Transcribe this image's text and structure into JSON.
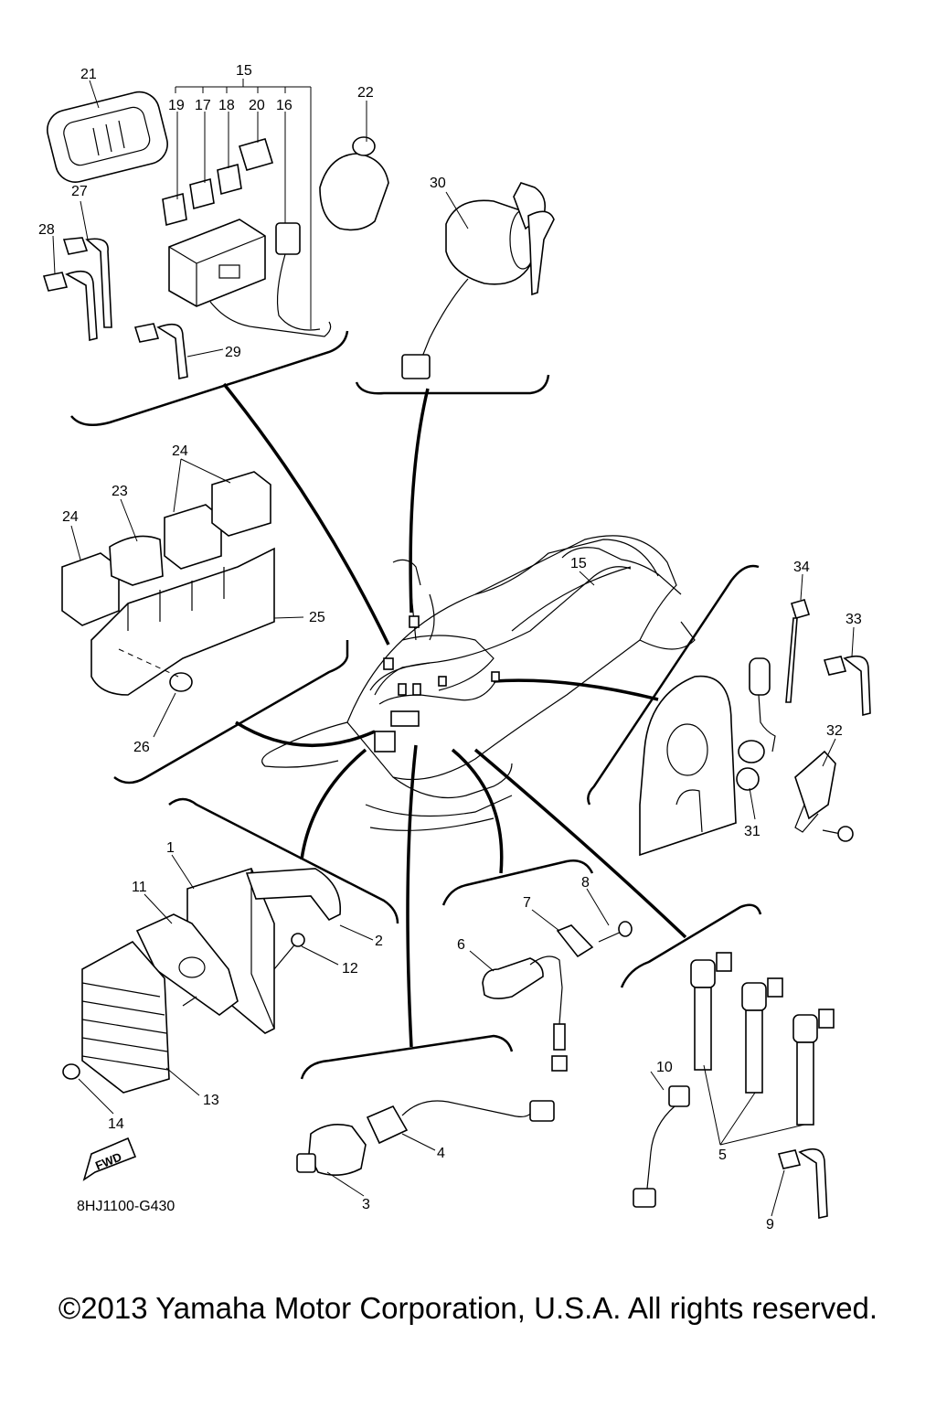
{
  "diagram": {
    "drawing_code": "8HJ1100-G430",
    "copyright": "©2013 Yamaha Motor Corporation, U.S.A. All rights reserved.",
    "fwd_label": "FWD",
    "callouts": {
      "p1": "1",
      "p2": "2",
      "p3": "3",
      "p4": "4",
      "p5": "5",
      "p6": "6",
      "p7": "7",
      "p8": "8",
      "p9": "9",
      "p10": "10",
      "p11": "11",
      "p12": "12",
      "p13": "13",
      "p14": "14",
      "p15a": "15",
      "p15b": "15",
      "p16": "16",
      "p17": "17",
      "p18": "18",
      "p19": "19",
      "p20": "20",
      "p21": "21",
      "p22": "22",
      "p23": "23",
      "p24a": "24",
      "p24b": "24",
      "p25": "25",
      "p26": "26",
      "p27": "27",
      "p28": "28",
      "p29": "29",
      "p30": "30",
      "p31": "31",
      "p32": "32",
      "p33": "33",
      "p34": "34"
    }
  }
}
